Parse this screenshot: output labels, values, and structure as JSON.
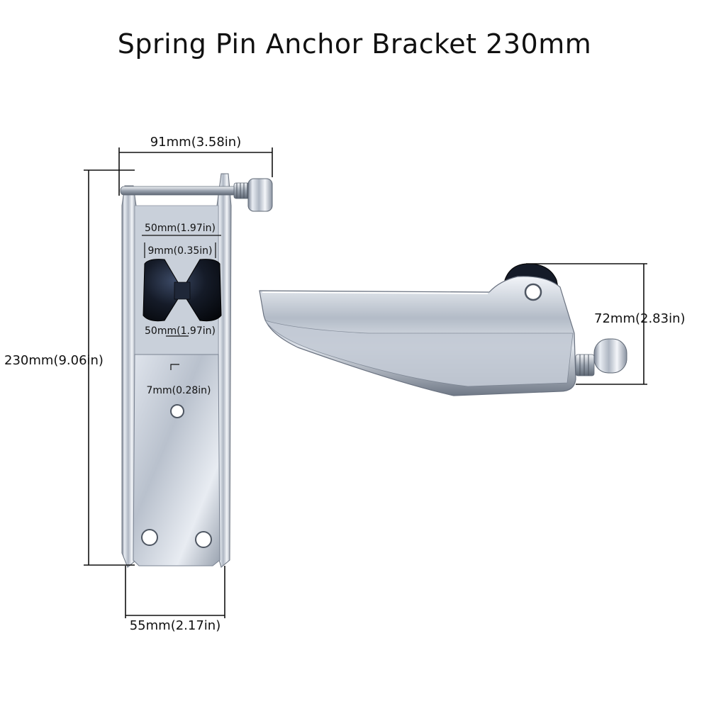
{
  "title": "Spring Pin Anchor Bracket 230mm",
  "dimensions": {
    "pin_width": "91mm(3.58in)",
    "height": "230mm(9.06in)",
    "base_width": "55mm(2.17in)",
    "roller_top": "50mm(1.97in)",
    "roller_slot": "9mm(0.35in)",
    "roller_bottom": "50mm(1.97in)",
    "mount_hole": "7mm(0.28in)",
    "side_height": "72mm(2.83in)"
  }
}
